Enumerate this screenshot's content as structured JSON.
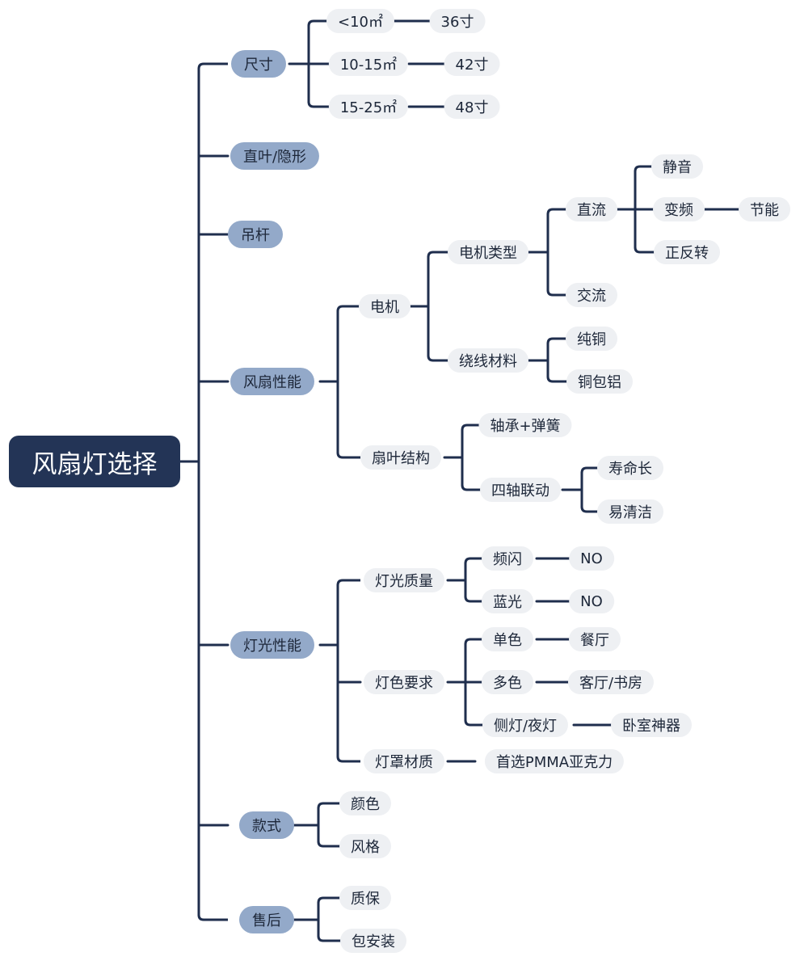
{
  "root": "风扇灯选择",
  "nodes": {
    "size": "尺寸",
    "size_a": "<10㎡",
    "size_a1": "36寸",
    "size_b": "10-15㎡",
    "size_b1": "42寸",
    "size_c": "15-25㎡",
    "size_c1": "48寸",
    "blade_type": "直叶/隐形",
    "rod": "吊杆",
    "fan": "风扇性能",
    "motor": "电机",
    "motor_type": "电机类型",
    "dc": "直流",
    "silent": "静音",
    "inverter": "变频",
    "energy": "节能",
    "reverse": "正反转",
    "ac": "交流",
    "winding": "绕线材料",
    "copper": "纯铜",
    "cca": "铜包铝",
    "blade_struct": "扇叶结构",
    "bearing": "轴承+弹簧",
    "fouraxis": "四轴联动",
    "longlife": "寿命长",
    "easyclean": "易清洁",
    "light": "灯光性能",
    "quality": "灯光质量",
    "flicker": "频闪",
    "flicker_no": "NO",
    "bluelight": "蓝光",
    "blue_no": "NO",
    "color_req": "灯色要求",
    "mono": "单色",
    "dining": "餐厅",
    "multi": "多色",
    "living": "客厅/书房",
    "side": "侧灯/夜灯",
    "bedroom": "卧室神器",
    "shade": "灯罩材质",
    "pmma": "首选PMMA亚克力",
    "style": "款式",
    "color": "颜色",
    "fashion": "风格",
    "aftersale": "售后",
    "warranty": "质保",
    "install": "包安装"
  },
  "colors": {
    "root_fill": "#233456",
    "level1_fill": "#93a9c9",
    "leaf_fill": "#eef0f3",
    "line": "#1f2e4d"
  }
}
